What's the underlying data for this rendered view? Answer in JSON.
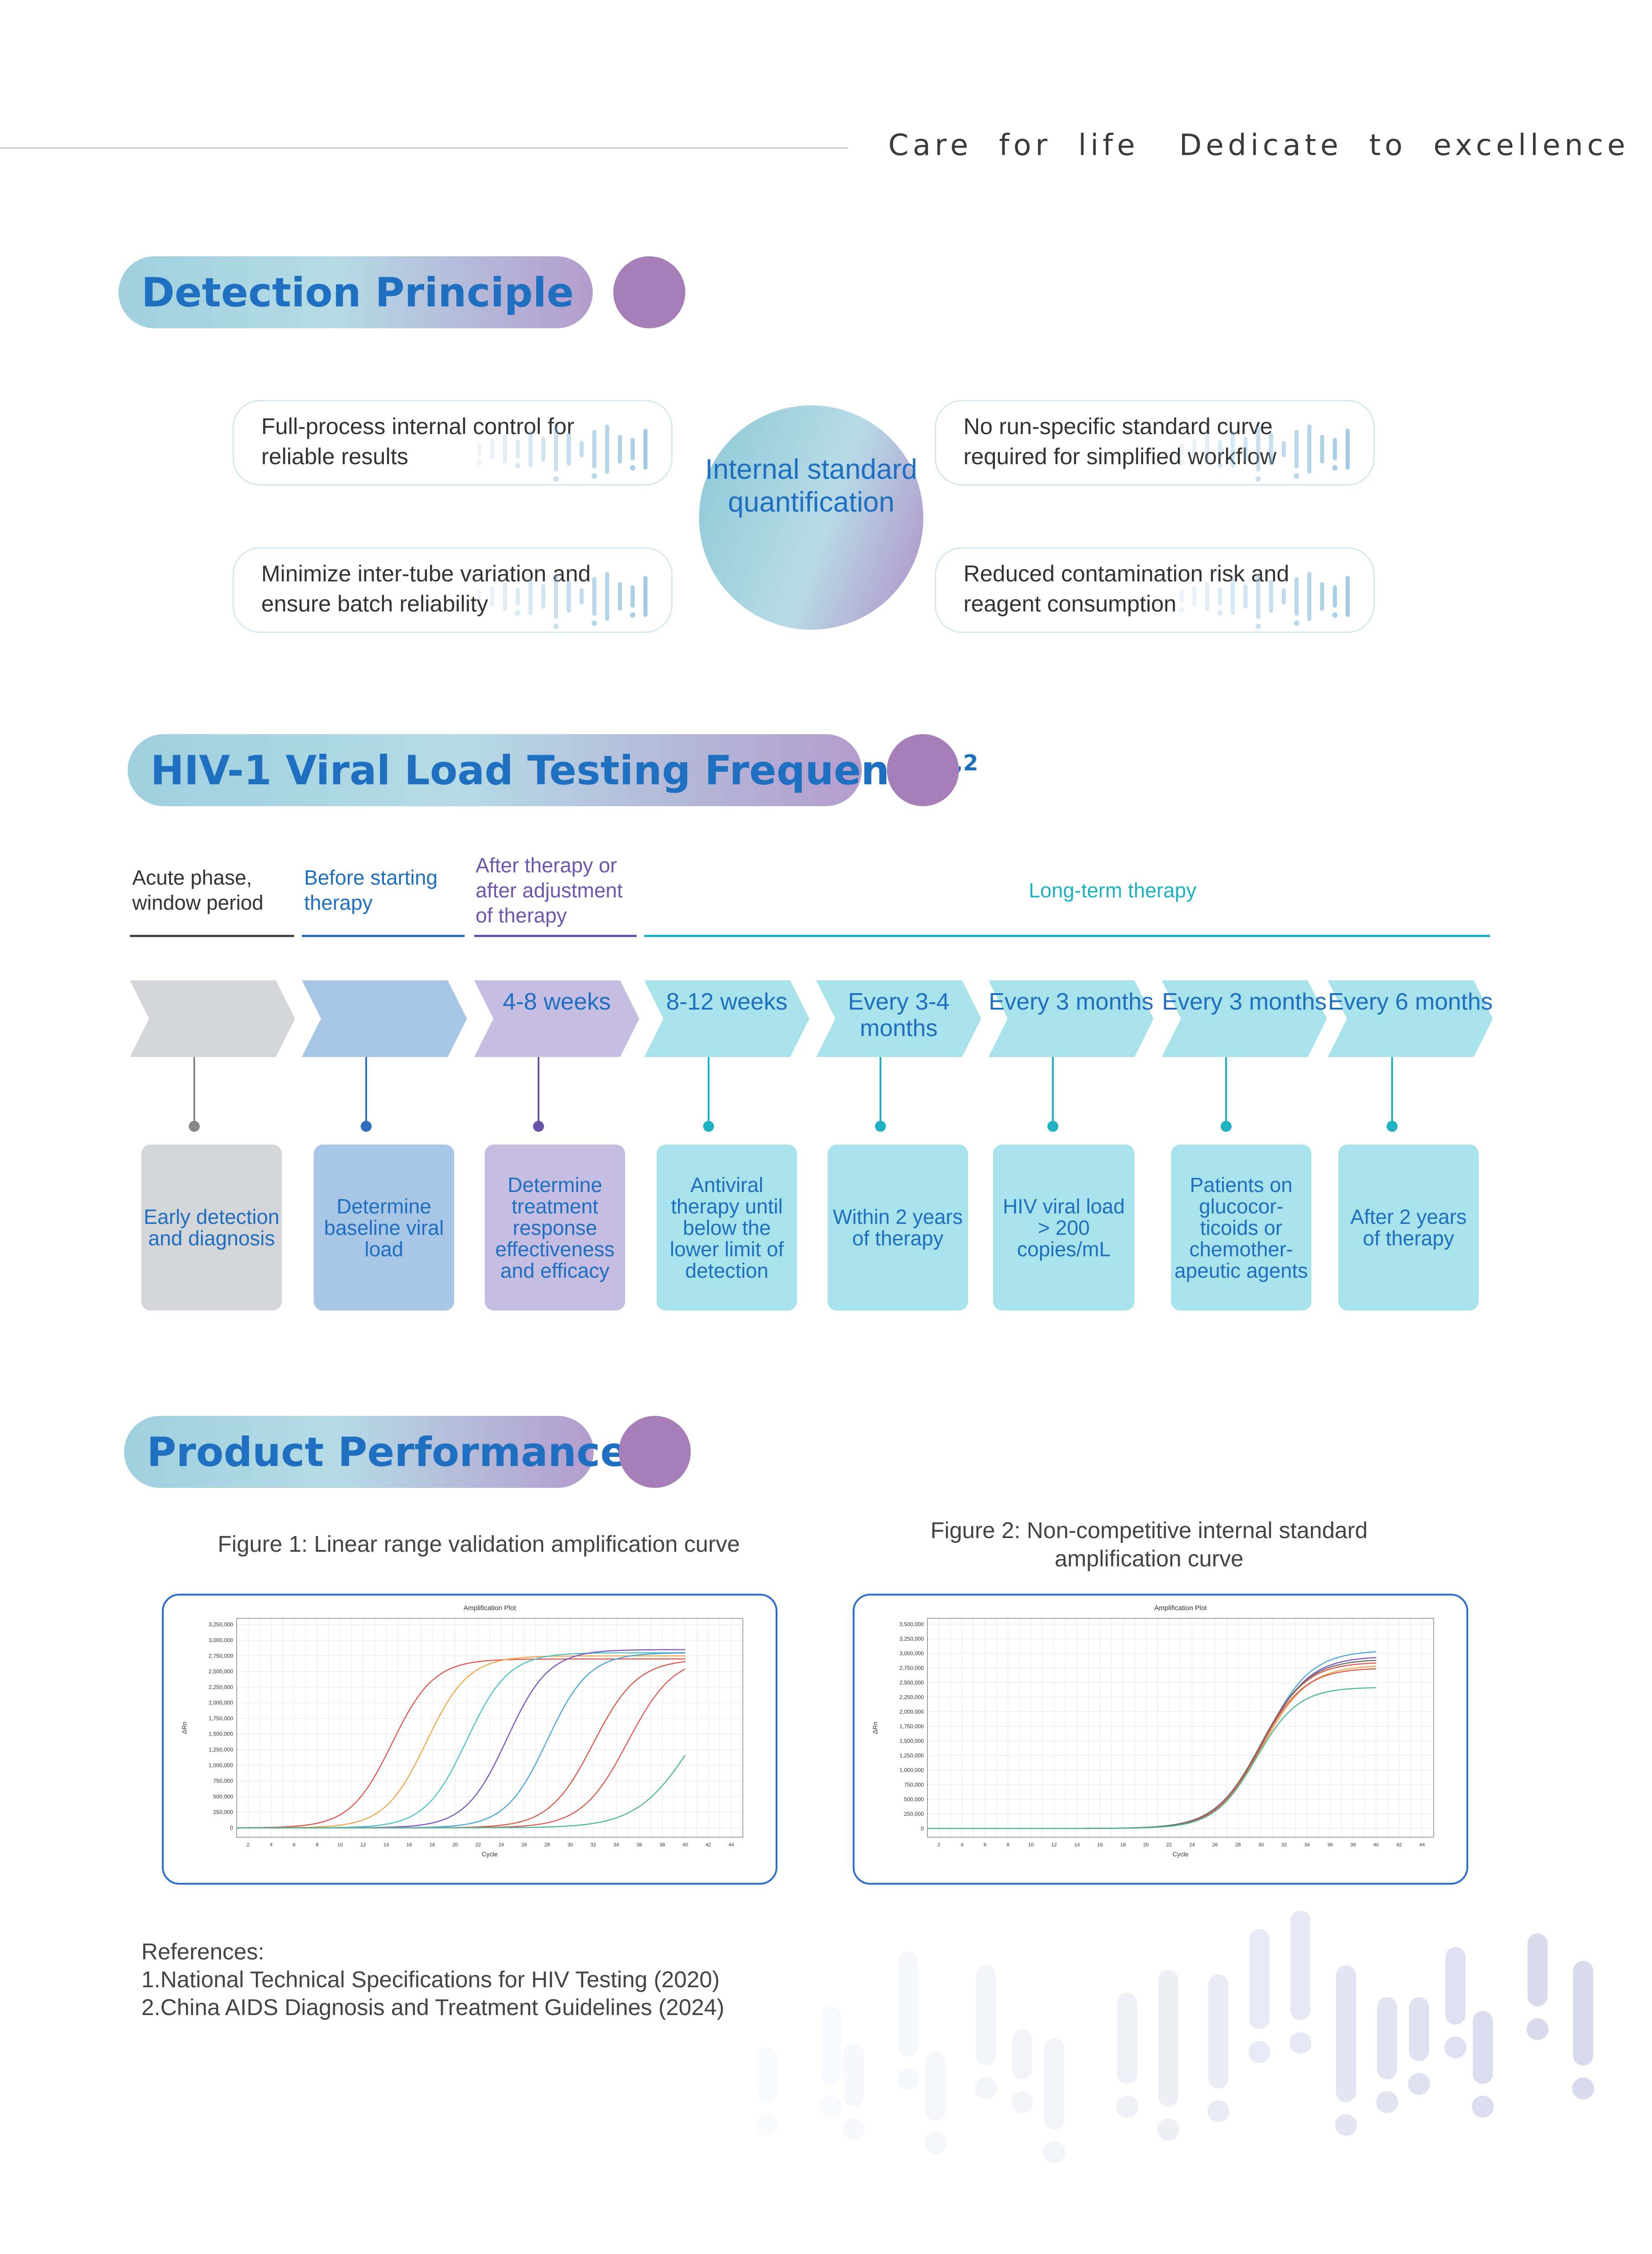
{
  "header": {
    "tagline": "Care  for  life   Dedicate  to  excellence"
  },
  "detection": {
    "title": "Detection Principle",
    "center": "Internal standard quantification",
    "boxes": [
      "Full-process internal control for reliable results",
      "No run-specific standard curve required for simplified workflow",
      "Minimize inter-tube variation and ensure batch reliability",
      "Reduced contamination risk and reagent consumption"
    ]
  },
  "frequency": {
    "title": "HIV-1 Viral Load Testing Frequency",
    "title_sup": "1,2",
    "phases": [
      {
        "label": "Acute phase, window period",
        "color": "#333333"
      },
      {
        "label": "Before starting therapy",
        "color": "#1f6fc1"
      },
      {
        "label": "After therapy or after adjustment of therapy",
        "color": "#6f56b0"
      },
      {
        "label": "Long-term therapy",
        "color": "#1fb2c3"
      }
    ],
    "steps": [
      {
        "interval": "",
        "description": "Early detection and diagnosis",
        "fill": "#d3d5d8",
        "card": "#d3d5d8",
        "text": "#1f6fc1",
        "stem": "#888888"
      },
      {
        "interval": "",
        "description": "Determine baseline viral load",
        "fill": "#a7c6e5",
        "card": "#a7c6e5",
        "text": "#1f6fc1",
        "stem": "#2e6fbf"
      },
      {
        "interval": "4-8 weeks",
        "description": "Determine treatment response effectiveness and efficacy",
        "fill": "#c6bde2",
        "card": "#c6bde2",
        "text": "#1f6fc1",
        "stem": "#6a52a8"
      },
      {
        "interval": "8-12 weeks",
        "description": "Antiviral therapy until below the lower limit of detection",
        "fill": "#a8e3eb",
        "card": "#a8e3eb",
        "text": "#1f6fc1",
        "stem": "#1fb2c3"
      },
      {
        "interval": "Every 3-4 months",
        "description": "Within 2 years of therapy",
        "fill": "#a8e3eb",
        "card": "#a8e3eb",
        "text": "#1f6fc1",
        "stem": "#1fb2c3"
      },
      {
        "interval": "Every 3 months",
        "description": "HIV viral load > 200 copies/mL",
        "fill": "#a8e3eb",
        "card": "#a8e3eb",
        "text": "#1f6fc1",
        "stem": "#1fb2c3"
      },
      {
        "interval": "Every 3 months",
        "description": "Patients on glucocor-ticoids or chemother-apeutic agents",
        "fill": "#a8e3eb",
        "card": "#a8e3eb",
        "text": "#1f6fc1",
        "stem": "#1fb2c3"
      },
      {
        "interval": "Every 6 months",
        "description": "After 2 years of therapy",
        "fill": "#a8e3eb",
        "card": "#a8e3eb",
        "text": "#1f6fc1",
        "stem": "#1fb2c3"
      }
    ]
  },
  "performance": {
    "title": "Product Performance",
    "fig1_caption": "Figure 1: Linear range validation amplification curve",
    "fig2_caption": "Figure 2: Non-competitive internal standard amplification curve"
  },
  "references": {
    "heading": "References:",
    "items": [
      "1.National Technical Specifications for HIV Testing (2020)",
      "2.China AIDS Diagnosis and Treatment Guidelines (2024)"
    ]
  },
  "chart_data": [
    {
      "type": "line",
      "title": "Amplification Plot",
      "xlabel": "Cycle",
      "ylabel": "ΔRn",
      "xlim": [
        1,
        45
      ],
      "ylim": [
        -150000,
        3350000
      ],
      "yticks": [
        0,
        250000,
        500000,
        750000,
        1000000,
        1250000,
        1500000,
        1750000,
        2000000,
        2250000,
        2500000,
        2750000,
        3000000,
        3250000
      ],
      "ytick_labels": [
        "0",
        "250,000",
        "500,000",
        "750,000",
        "1,000,000",
        "1,250,000",
        "1,500,000",
        "1,750,000",
        "2,000,000",
        "2,250,000",
        "2,500,000",
        "2,750,000",
        "3,000,000",
        "3,250,000"
      ],
      "xticks": [
        2,
        4,
        6,
        8,
        10,
        12,
        14,
        16,
        18,
        20,
        22,
        24,
        26,
        28,
        30,
        32,
        34,
        36,
        38,
        40,
        42,
        44
      ],
      "grid": true,
      "series": [
        {
          "color": "#e0574f",
          "midpoint": 14.5,
          "plateau": 2700000,
          "k": 0.55
        },
        {
          "color": "#f0a84a",
          "midpoint": 17.5,
          "plateau": 2750000,
          "k": 0.55
        },
        {
          "color": "#4fc2c9",
          "midpoint": 21.0,
          "plateau": 2800000,
          "k": 0.55
        },
        {
          "color": "#7b55c2",
          "midpoint": 24.5,
          "plateau": 2850000,
          "k": 0.55
        },
        {
          "color": "#4aa8d9",
          "midpoint": 28.0,
          "plateau": 2800000,
          "k": 0.55
        },
        {
          "color": "#d85a48",
          "midpoint": 32.0,
          "plateau": 2700000,
          "k": 0.52
        },
        {
          "color": "#e25a55",
          "midpoint": 35.0,
          "plateau": 2750000,
          "k": 0.5
        },
        {
          "color": "#4fb89c",
          "midpoint": 40.5,
          "plateau": 2600000,
          "k": 0.42
        }
      ]
    },
    {
      "type": "line",
      "title": "Amplification Plot",
      "xlabel": "Cycle",
      "ylabel": "ΔRn",
      "xlim": [
        1,
        45
      ],
      "ylim": [
        -150000,
        3600000
      ],
      "yticks": [
        0,
        250000,
        500000,
        750000,
        1000000,
        1250000,
        1500000,
        1750000,
        2000000,
        2250000,
        2500000,
        2750000,
        3000000,
        3250000,
        3500000
      ],
      "ytick_labels": [
        "0",
        "250,000",
        "500,000",
        "750,000",
        "1,000,000",
        "1,250,000",
        "1,500,000",
        "1,750,000",
        "2,000,000",
        "2,250,000",
        "2,500,000",
        "2,750,000",
        "3,000,000",
        "3,250,000",
        "3,500,000"
      ],
      "xticks": [
        2,
        4,
        6,
        8,
        10,
        12,
        14,
        16,
        18,
        20,
        22,
        24,
        26,
        28,
        30,
        32,
        34,
        36,
        38,
        40,
        42,
        44
      ],
      "grid": true,
      "series": [
        {
          "color": "#4aa8d9",
          "midpoint": 30.3,
          "plateau": 3050000,
          "k": 0.5
        },
        {
          "color": "#7b55c2",
          "midpoint": 30.2,
          "plateau": 2950000,
          "k": 0.5
        },
        {
          "color": "#e0574f",
          "midpoint": 30.0,
          "plateau": 2850000,
          "k": 0.52
        },
        {
          "color": "#f0a84a",
          "midpoint": 30.1,
          "plateau": 2800000,
          "k": 0.5
        },
        {
          "color": "#d85a48",
          "midpoint": 29.9,
          "plateau": 2750000,
          "k": 0.52
        },
        {
          "color": "#6a6a6a",
          "midpoint": 30.0,
          "plateau": 2900000,
          "k": 0.5
        },
        {
          "color": "#4fb89c",
          "midpoint": 29.6,
          "plateau": 2420000,
          "k": 0.55
        }
      ]
    }
  ]
}
